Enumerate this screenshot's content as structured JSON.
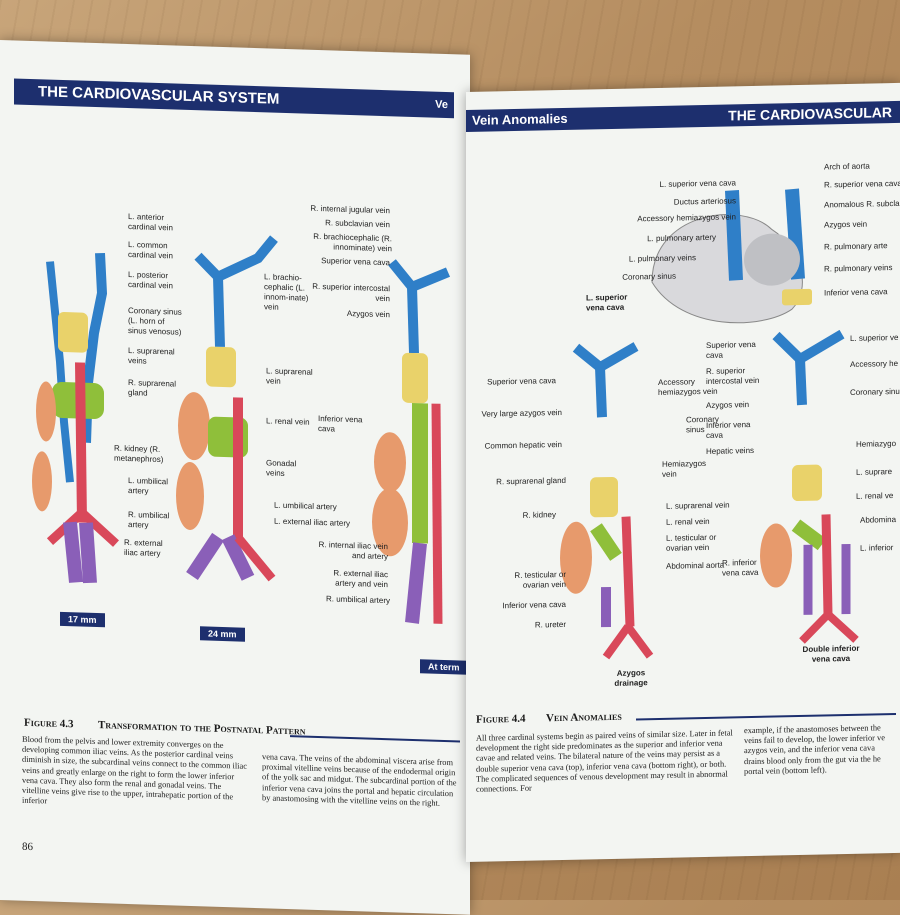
{
  "left_page": {
    "header": "THE CARDIOVASCULAR SYSTEM",
    "header_tail": "Ve",
    "stages": [
      "17 mm",
      "24 mm",
      "At term"
    ],
    "labels_17mm": [
      "L. anterior cardinal vein",
      "L. common cardinal vein",
      "L. posterior cardinal vein",
      "Coronary sinus (L. horn of sinus venosus)",
      "L. suprarenal veins",
      "R. suprarenal gland",
      "R. kidney (R. metanephros)",
      "L. umbilical artery",
      "R. umbilical artery",
      "R. external iliac artery"
    ],
    "labels_24mm": [
      "L. brachio-cephalic (L. innom-inate) vein",
      "L. suprarenal vein",
      "L. renal vein",
      "Gonadal veins",
      "L. umbilical artery",
      "L. external iliac artery"
    ],
    "labels_term": [
      "R. internal jugular vein",
      "R. subclavian vein",
      "R. brachiocephalic (R. innominate) vein",
      "Superior vena cava",
      "R. superior intercostal vein",
      "Azygos vein",
      "Inferior vena cava",
      "R. internal iliac vein and artery",
      "R. external iliac artery and vein",
      "R. umbilical artery"
    ],
    "figure_number": "Figure 4.3",
    "figure_title": "Transformation to the Postnatal Pattern",
    "body_col1": "Blood from the pelvis and lower extremity converges on the developing common iliac veins. As the posterior cardinal veins diminish in size, the subcardinal veins connect to the common iliac veins and greatly enlarge on the right to form the lower inferior vena cava. They also form the renal and gonadal veins. The vitelline veins give rise to the upper, intrahepatic portion of the inferior",
    "body_col2": "vena cava. The veins of the abdominal viscera arise from proximal vitelline veins because of the endodermal origin of the yolk sac and midgut. The subcardinal portion of the inferior vena cava joins the portal and hepatic circulation by anastomosing with the vitelline veins on the right.",
    "page_number": "86"
  },
  "right_page": {
    "header_section": "Vein Anomalies",
    "header_title": "THE CARDIOVASCULAR",
    "heart_labels_left": [
      "L. superior vena cava",
      "Ductus arteriosus",
      "Accessory hemiazygos vein",
      "L. pulmonary artery",
      "L. pulmonary veins",
      "Coronary sinus"
    ],
    "heart_labels_right": [
      "Arch of aorta",
      "R. superior vena cava",
      "Anomalous R. subcla",
      "Azygos vein",
      "R. pulmonary arte",
      "R. pulmonary veins",
      "Inferior vena cava"
    ],
    "heart_caption": "L. superior vena cava",
    "azygos_labels_left": [
      "Superior vena cava",
      "Very large azygos vein",
      "Common hepatic vein",
      "R. suprarenal gland",
      "R. kidney",
      "R. testicular or ovarian vein",
      "Inferior vena cava",
      "R. ureter"
    ],
    "azygos_labels_right": [
      "Accessory hemiazygos vein",
      "Coronary sinus",
      "Hemiazygos vein",
      "L. suprarenal vein",
      "L. renal vein",
      "L. testicular or ovarian vein",
      "Abdominal aorta"
    ],
    "double_labels_left": [
      "Superior vena cava",
      "R. superior intercostal vein",
      "Azygos vein",
      "Inferior vena cava",
      "Hepatic veins",
      "R. inferior vena cava"
    ],
    "double_labels_right": [
      "L. superior ve",
      "Accessory he",
      "Coronary sinu",
      "Hemiazygo",
      "L. suprare",
      "L. renal ve",
      "Abdomina",
      "L. inferior"
    ],
    "caption_azygos": "Azygos drainage",
    "caption_double": "Double inferior vena cava",
    "figure_number": "Figure 4.4",
    "figure_title": "Vein Anomalies",
    "body_col1": "All three cardinal systems begin as paired veins of similar size. Later in fetal development the right side predominates as the superior and inferior vena cavae and related veins. The bilateral nature of the veins may persist as a double superior vena cava (top), inferior vena cava (bottom right), or both. The complicated sequences of venous development may result in abnormal connections. For",
    "body_col2": "example, if the anastomoses between the veins fail to develop, the lower inferior ve azygos vein, and the inferior vena cava drains blood only from the gut via the he portal vein (bottom left)."
  },
  "colors": {
    "banner": "#1d2f6e",
    "vein_blue": "#2f7fc8",
    "artery_red": "#d9485a",
    "liver_yellow": "#e9d26a",
    "kidney_orange": "#e79a6c",
    "lymph_green": "#8fbf3a",
    "iliac_purple": "#8a5fb8"
  }
}
